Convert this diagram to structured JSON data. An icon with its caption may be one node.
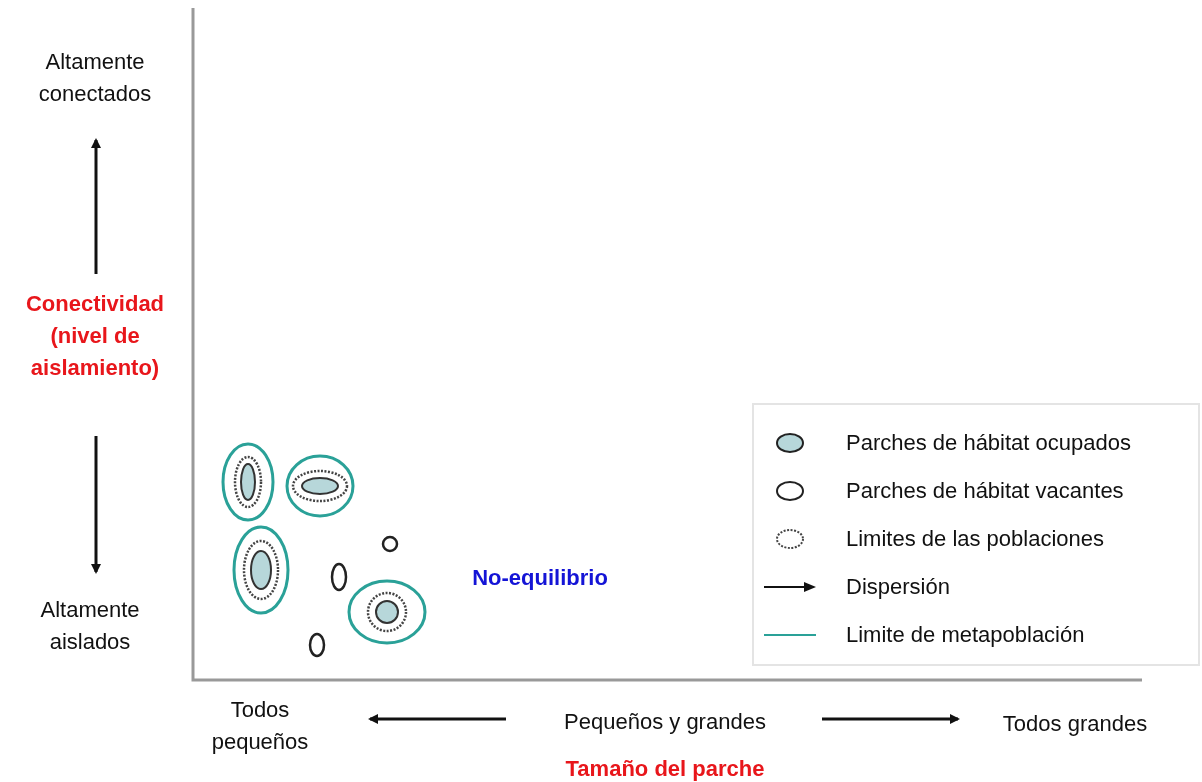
{
  "diagram": {
    "labels": [
      "Altamente conectados",
      "Conectividad (nivel de aislamiento)",
      "Altamente aislados",
      "No-equilibrio",
      "Todos pequeños",
      "Pequeños y grandes",
      "Todos grandes",
      "Tamaño del parche"
    ],
    "legend": [
      {
        "text": "Parches de hábitat ocupados"
      },
      {
        "text": "Parches de hábitat vacantes"
      },
      {
        "text": "Limites de las poblaciones"
      },
      {
        "text": "Dispersión"
      },
      {
        "text": "Limite de metapoblación"
      }
    ]
  }
}
